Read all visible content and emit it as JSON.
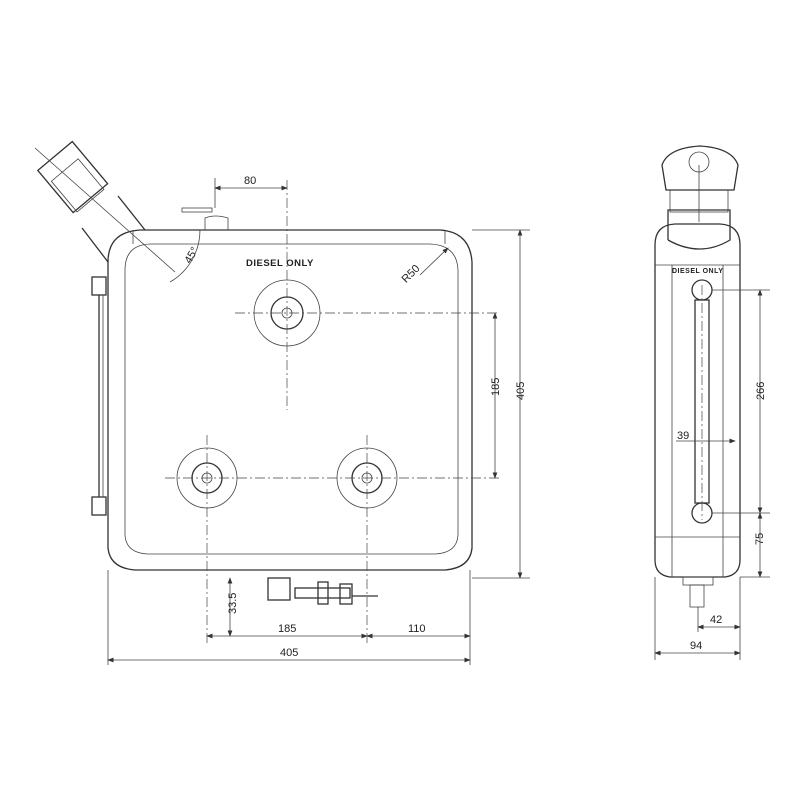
{
  "drawing": {
    "front_view": {
      "label": "DIESEL ONLY",
      "angle": "45°",
      "radius": "R50",
      "dims": {
        "top_offset": "80",
        "height": "405",
        "outlet_spacing_v": "185",
        "drain_height": "33.5",
        "outlet_spacing_h": "185",
        "right_offset": "110",
        "width": "405"
      }
    },
    "side_view": {
      "label": "DIESEL ONLY",
      "dims": {
        "gauge_span": "266",
        "gauge_offset": "39",
        "bottom_offset": "75",
        "drain_offset": "42",
        "depth": "94"
      }
    }
  }
}
